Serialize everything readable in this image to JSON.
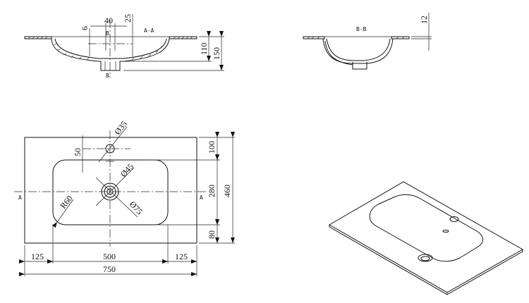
{
  "section_aa": {
    "title": "A-A",
    "dims": {
      "d6": "6",
      "d40": "40",
      "d25": "25",
      "d110": "110",
      "d150": "150"
    },
    "markers": {
      "b_top": "B",
      "b_bottom": "B"
    }
  },
  "section_bb": {
    "title": "B-B",
    "dims": {
      "d12": "12"
    }
  },
  "plan_view": {
    "dims": {
      "tap_hole": "Ø35",
      "tap_offset": "50",
      "drain_inner": "Ø45",
      "drain_outer": "Ø75",
      "corner_radius": "R60",
      "top_margin": "100",
      "bowl_depth": "280",
      "bottom_margin": "80",
      "overall_depth": "460",
      "left_margin": "125",
      "bowl_width": "500",
      "right_margin": "125",
      "overall_width": "750"
    },
    "markers": {
      "a_left": "A",
      "a_right": "A"
    }
  },
  "isometric_view": {
    "label": ""
  }
}
